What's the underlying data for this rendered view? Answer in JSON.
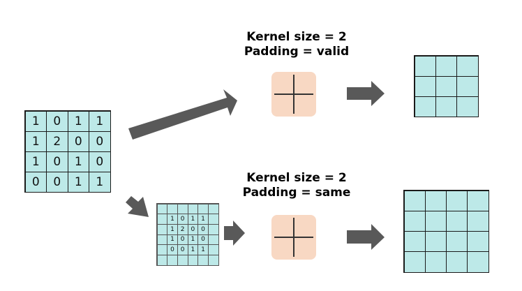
{
  "input_matrix": [
    [
      "1",
      "0",
      "1",
      "1"
    ],
    [
      "1",
      "2",
      "0",
      "0"
    ],
    [
      "1",
      "0",
      "1",
      "0"
    ],
    [
      "0",
      "0",
      "1",
      "1"
    ]
  ],
  "padded_matrix": [
    [
      "",
      "",
      "",
      "",
      "",
      ""
    ],
    [
      "",
      "1",
      "0",
      "1",
      "1",
      ""
    ],
    [
      "",
      "1",
      "2",
      "0",
      "0",
      ""
    ],
    [
      "",
      "1",
      "0",
      "1",
      "0",
      ""
    ],
    [
      "",
      "0",
      "0",
      "1",
      "1",
      ""
    ],
    [
      "",
      "",
      "",
      "",
      "",
      ""
    ]
  ],
  "top_branch": {
    "kernel_label": "Kernel size = 2",
    "padding_label": "Padding = valid",
    "output_rows": 3,
    "output_cols": 3
  },
  "bottom_branch": {
    "kernel_label": "Kernel size = 2",
    "padding_label": "Padding = same",
    "output_rows": 4,
    "output_cols": 4
  },
  "colors": {
    "grid_fill": "#bde9e8",
    "kernel_fill": "#f8d8c3",
    "arrow": "#595959"
  }
}
